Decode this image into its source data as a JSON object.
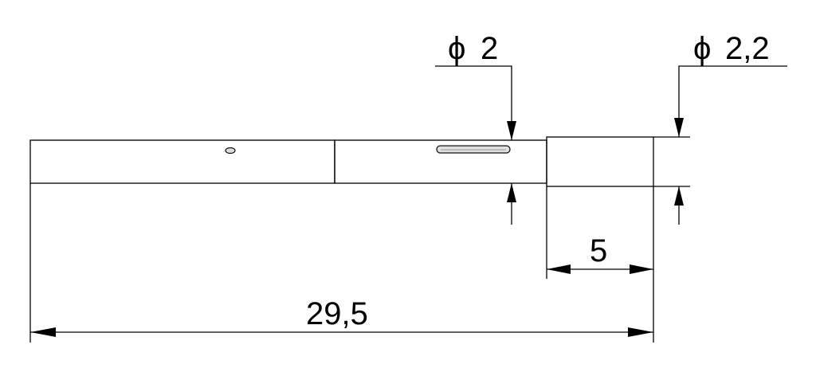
{
  "drawing": {
    "dim_diameter_small": {
      "symbol": "ϕ",
      "value": "2"
    },
    "dim_diameter_large": {
      "symbol": "ϕ",
      "value": "2,2"
    },
    "dim_tip_length": "5",
    "dim_total_length": "29,5"
  },
  "colors": {
    "metal_dark": "#8a8a8a",
    "metal_mid": "#a8a8a8",
    "metal_light": "#e6e6e6",
    "line": "#000000"
  }
}
